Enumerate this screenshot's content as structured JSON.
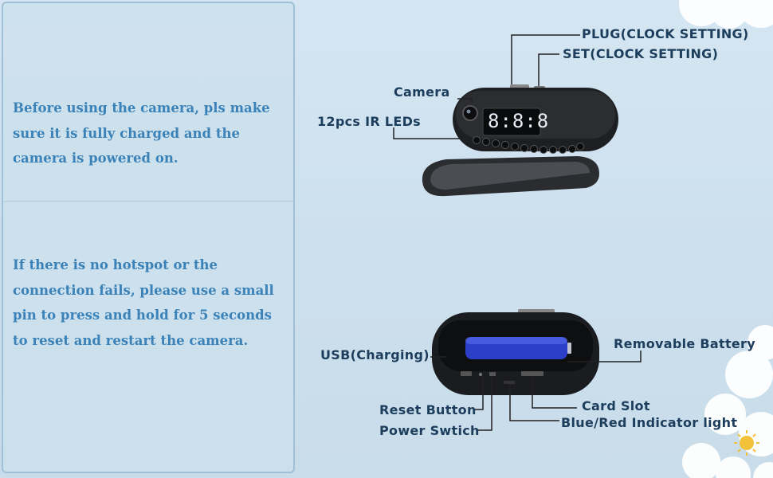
{
  "panels": {
    "top_text": "Before using the camera, pls make sure it is fully charged and the camera is powered on.",
    "bottom_text": "If there is no hotspot or the connection fails, please use a small pin to press and hold for 5 seconds to reset and restart the camera."
  },
  "device_top": {
    "clock_display": "8:8:8",
    "labels": {
      "plug": "PLUG(CLOCK SETTING)",
      "set": "SET(CLOCK SETTING)",
      "camera": "Camera",
      "ir_leds": "12pcs IR LEDs"
    }
  },
  "device_bottom": {
    "labels": {
      "usb": "USB(Charging)",
      "battery": "Removable Battery",
      "card_slot": "Card Slot",
      "reset": "Reset Button",
      "power": "Power Swtich",
      "indicator": "Blue/Red Indicator light"
    }
  },
  "colors": {
    "panel_text": "#3a82b8",
    "label_text": "#1c3e5c",
    "battery": "#2a3ec8"
  }
}
